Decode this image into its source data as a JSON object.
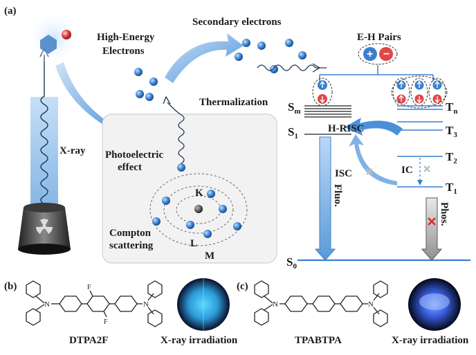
{
  "panels": {
    "a": "(a)",
    "b": "(b)",
    "c": "(c)"
  },
  "xray": {
    "label": "X-ray"
  },
  "high_energy": {
    "line1": "High-Energy",
    "line2": "Electrons"
  },
  "secondary": {
    "label": "Secondary electrons"
  },
  "eh_pairs": {
    "label": "E-H Pairs"
  },
  "thermalization": {
    "label": "Thermalization"
  },
  "photoelectric": {
    "line1": "Photoelectric",
    "line2": "effect"
  },
  "compton": {
    "line1": "Compton",
    "line2": "scattering"
  },
  "shells": {
    "k": "K",
    "l": "L",
    "m": "M"
  },
  "energy_levels": {
    "sm": "S",
    "sm_sub": "m",
    "s1": "S",
    "s1_sub": "1",
    "s0": "S",
    "s0_sub": "0",
    "tn": "T",
    "tn_sub": "n",
    "t3": "T",
    "t3_sub": "3",
    "t2": "T",
    "t2_sub": "2",
    "t1": "T",
    "t1_sub": "1"
  },
  "transitions": {
    "hrisc": "H-RISC",
    "isc": "ISC",
    "ic": "IC",
    "fluo": "Fluo.",
    "phos": "Phos."
  },
  "molecules": {
    "b_name": "DTPA2F",
    "b_atom": "F",
    "c_name": "TPABTPA",
    "n_atom": "N"
  },
  "photos": {
    "b_caption": "X-ray irradiation",
    "c_caption": "X-ray irradiation"
  },
  "colors": {
    "arrow_blue": "#4a90d9",
    "electron_blue": "#3a7fcf",
    "hole_red": "#e04848",
    "level_dark": "#333333",
    "level_blue": "#3a7fcf"
  }
}
